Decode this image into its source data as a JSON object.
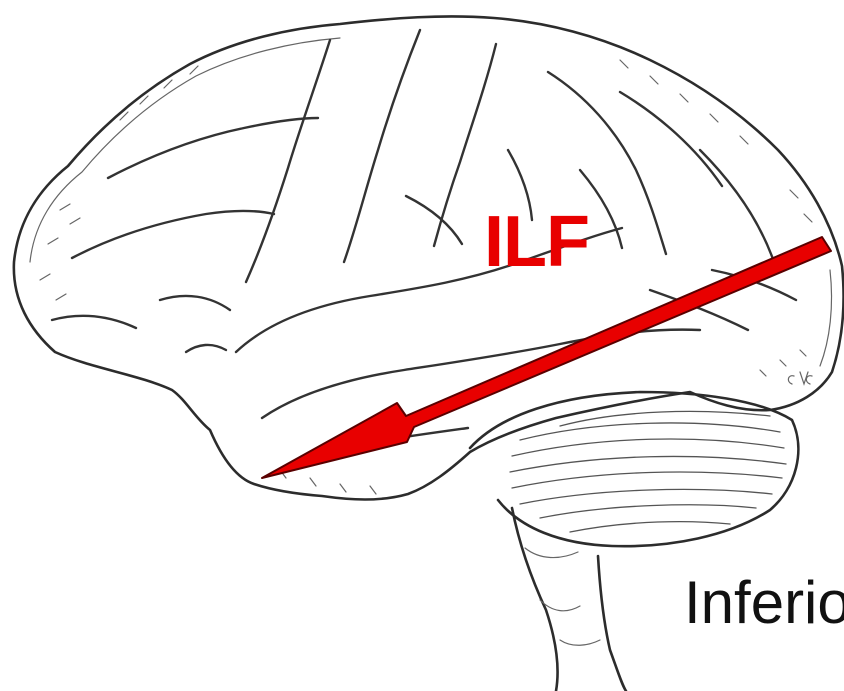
{
  "labels": {
    "tract": "ILF",
    "caption": "Inferio",
    "signature": "CAC"
  },
  "colors": {
    "arrow": "#e80000",
    "arrow_outline": "#5a0000",
    "tract_label": "#e80000",
    "ink": "#2c2c2c",
    "background": "#ffffff"
  },
  "illustration": {
    "subject": "brain-lateral-view-drawing",
    "arrow_direction": "posterior-to-anterior"
  }
}
